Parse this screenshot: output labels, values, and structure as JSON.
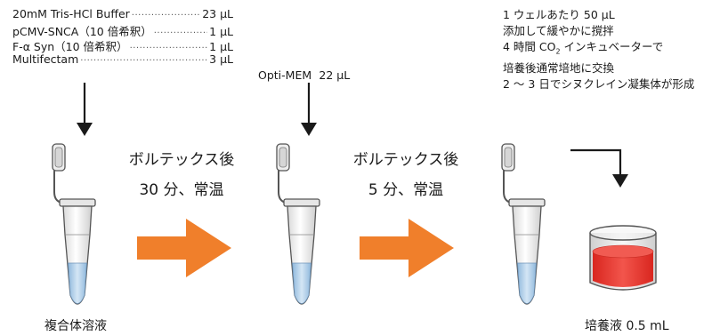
{
  "reagents": [
    {
      "name": "20mM Tris-HCl Buffer",
      "volume": "23 μL"
    },
    {
      "name": "pCMV-SNCA（10 倍希釈）",
      "volume": "1 μL"
    },
    {
      "name": "F-α Syn（10 倍希釈）",
      "volume": "1 μL"
    },
    {
      "name": "Multifectam",
      "volume": "3 μL"
    }
  ],
  "optimem": {
    "name": "Opti-MEM",
    "volume": "22 μL"
  },
  "step1": {
    "line1": "ボルテックス後",
    "line2": "30 分、常温"
  },
  "step2": {
    "line1": "ボルテックス後",
    "line2": "5 分、常温"
  },
  "notes": {
    "line1": "1 ウェルあたり 50 μL",
    "line2": "添加して緩やかに撹拌",
    "line3_pre": "4 時間 CO",
    "line3_sub": "2",
    "line3_post": " インキュベーターで",
    "line4": "培養後通常培地に交換",
    "line5": "2 〜 3 日でシヌクレイン凝集体が形成"
  },
  "labels": {
    "complex": "複合体溶液",
    "medium": "培養液 0.5 mL"
  },
  "colors": {
    "arrow": "#f07f2b",
    "liquid": "#a9cbe6",
    "medium": "#e8302a",
    "line": "#1a1a1a"
  }
}
